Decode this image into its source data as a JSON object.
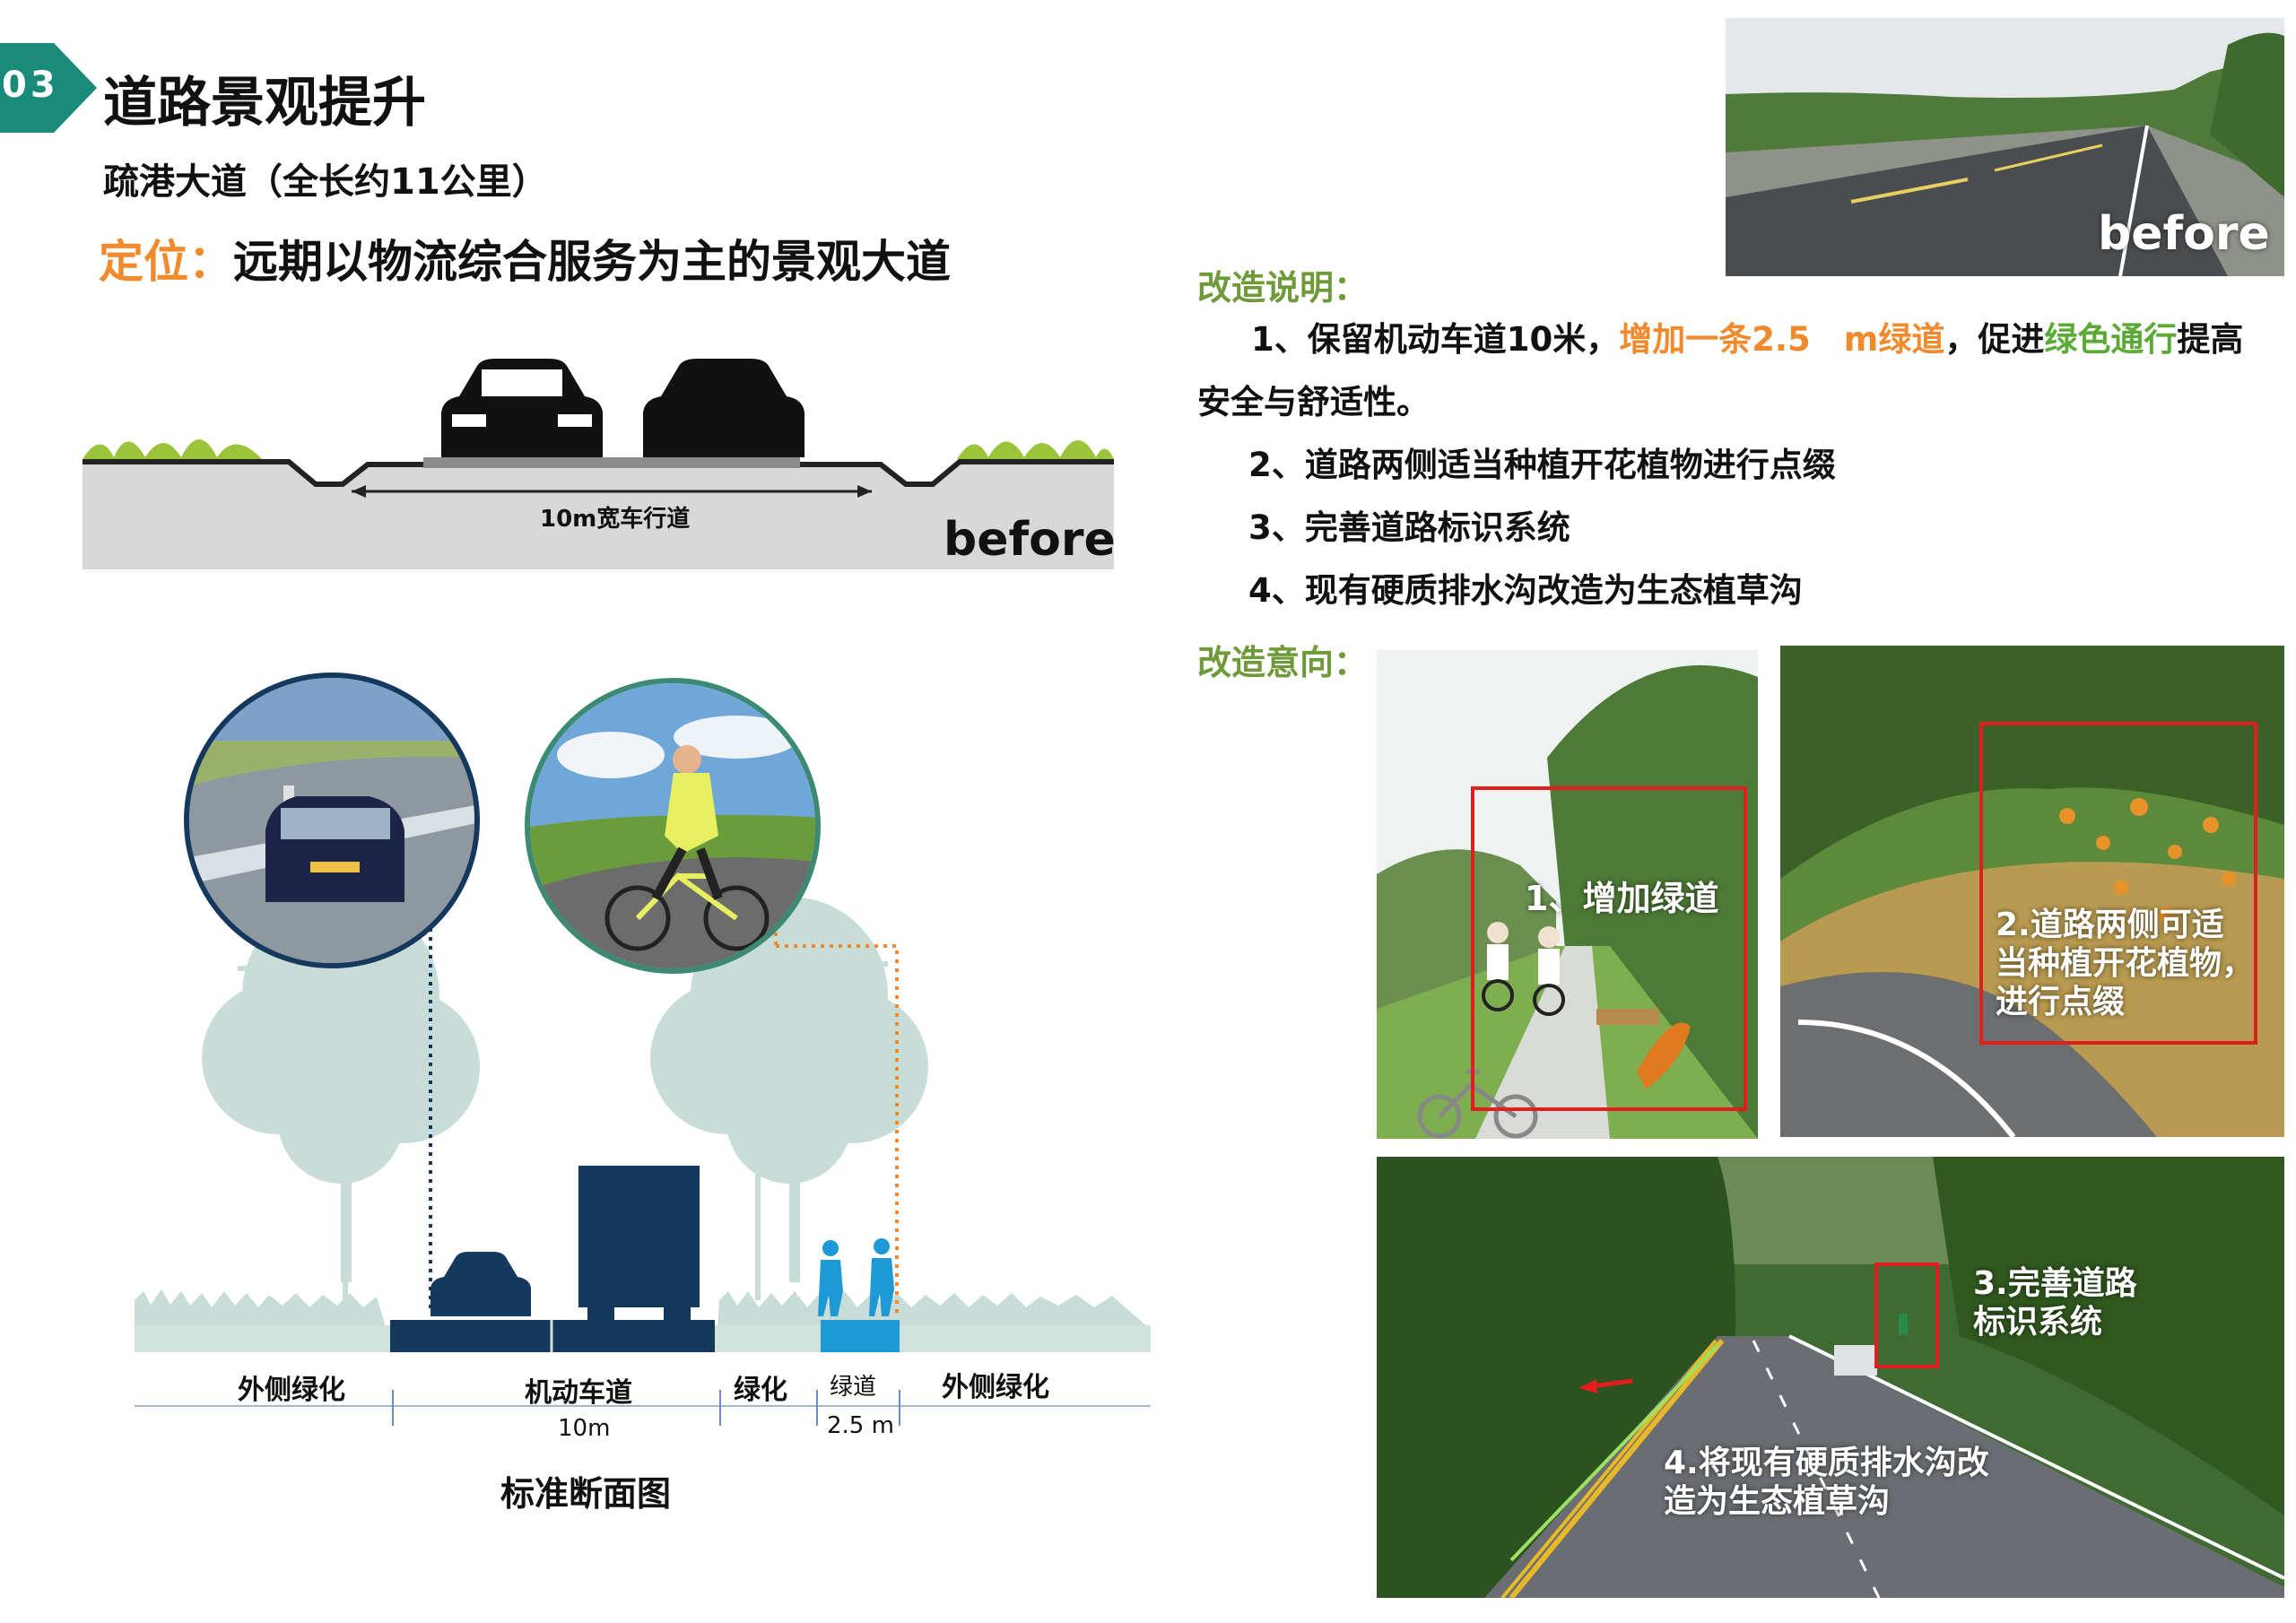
{
  "header": {
    "section_number": "03",
    "title": "道路景观提升",
    "subtitle": "疏港大道（全长约11公里）",
    "positioning_label": "定位：",
    "positioning_text": "远期以物流综合服务为主的景观大道"
  },
  "before_section": {
    "lane_label": "10m宽车行道",
    "before_tag": "before"
  },
  "before_photo": {
    "tag": "before"
  },
  "description": {
    "heading": "改造说明：",
    "item1": {
      "a": "1、保留机动车道10米，",
      "b": "增加一条2.5　m绿道",
      "c": "，促进",
      "d": "绿色通行",
      "e": "提高",
      "f": "安全与舒适性。"
    },
    "item2": "2、道路两侧适当种植开花植物进行点缀",
    "item3": "3、完善道路标识系统",
    "item4": "4、现有硬质排水沟改造为生态植草沟"
  },
  "intent": {
    "heading": "改造意向：",
    "photo1_caption": "1、增加绿道",
    "photo2_caption": [
      "2.道路两侧可适",
      "当种植开花植物，",
      "进行点缀"
    ],
    "photo3_caption_a": [
      "3.完善道路",
      "标识系统"
    ],
    "photo3_caption_b": [
      "4.将现有硬质排水沟改",
      "造为生态植草沟"
    ]
  },
  "cross_section": {
    "labels": {
      "outer_left": "外侧绿化",
      "motor_lane": "机动车道",
      "motor_width": "10m",
      "green_strip": "绿化",
      "greenway": "绿道",
      "greenway_width": "2.5 m",
      "outer_right": "外侧绿化"
    },
    "caption": "标准断面图"
  },
  "colors": {
    "accent_teal": "#1a8a7a",
    "orange": "#f08a2c",
    "green": "#5aaa35",
    "navy": "#15395e",
    "cyan": "#1d9ad6",
    "tree": "#c9ddd8"
  }
}
